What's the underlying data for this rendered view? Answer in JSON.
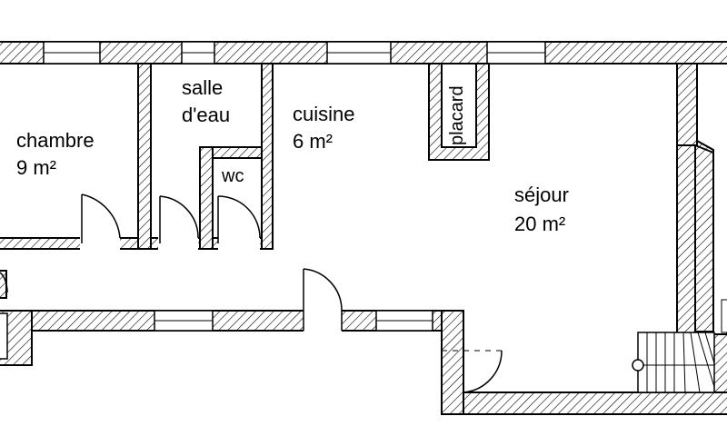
{
  "rooms": {
    "chambre": {
      "name": "chambre",
      "area": "9 m²"
    },
    "salle_eau": {
      "name_line1": "salle",
      "name_line2": "d'eau"
    },
    "wc": {
      "name": "wc"
    },
    "cuisine": {
      "name": "cuisine",
      "area": "6 m²"
    },
    "placard": {
      "name": "placard"
    },
    "sejour": {
      "name": "séjour",
      "area": "20 m²"
    }
  },
  "colors": {
    "wall_outline": "#000000",
    "hatch": "#000000",
    "background": "#ffffff"
  }
}
